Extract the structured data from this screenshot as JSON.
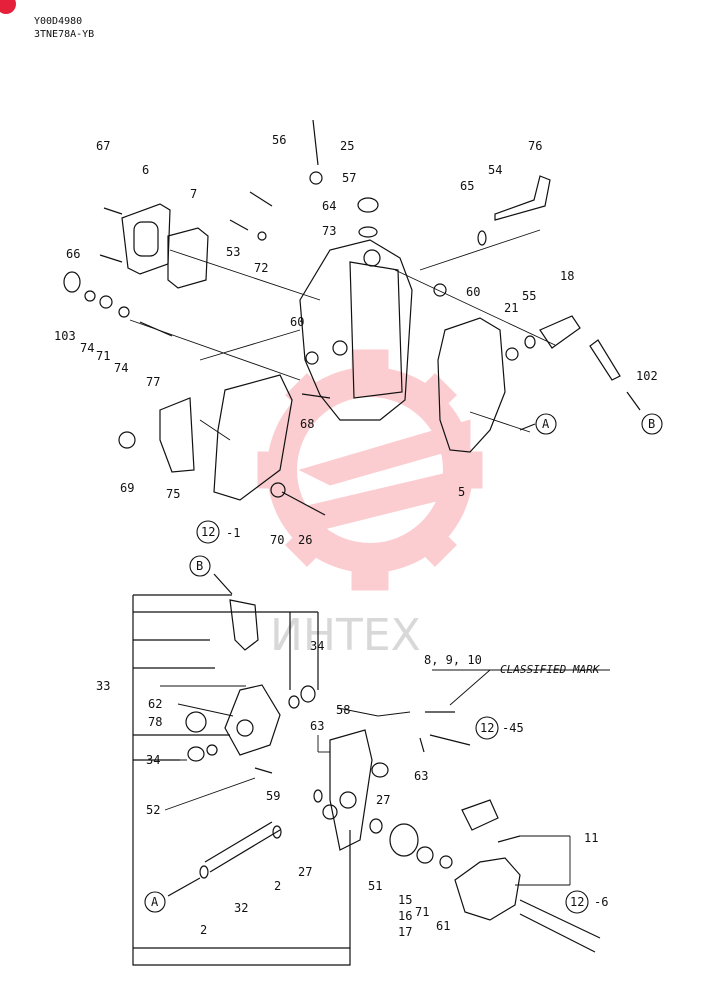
{
  "header": {
    "code": "Y00D4980",
    "model": "3TNE78A-YB"
  },
  "colors": {
    "badge": "#e5203a",
    "watermark": "#f03c48",
    "ink": "#111111"
  },
  "watermark": {
    "text": "ИНТЕХ"
  },
  "callouts": {
    "classified_mark": "CLASSIFIED MARK",
    "ref_a": "A",
    "ref_b": "B",
    "ref_12": "12"
  },
  "parts_top": [
    "67",
    "6",
    "7",
    "56",
    "25",
    "57",
    "64",
    "73",
    "65",
    "54",
    "76",
    "66",
    "53",
    "72",
    "60",
    "103",
    "74",
    "71",
    "74",
    "77",
    "60",
    "21",
    "55",
    "18",
    "102",
    "68",
    "69",
    "75",
    "5",
    "-1",
    "70",
    "26"
  ],
  "parts_bottom": [
    "34",
    "8, 9, 10",
    "33",
    "62",
    "78",
    "58",
    "63",
    "-45",
    "34",
    "52",
    "63",
    "59",
    "27",
    "11",
    "51",
    "15",
    "16",
    "17",
    "71",
    "61",
    "2",
    "27",
    "32",
    "2",
    "-6"
  ]
}
